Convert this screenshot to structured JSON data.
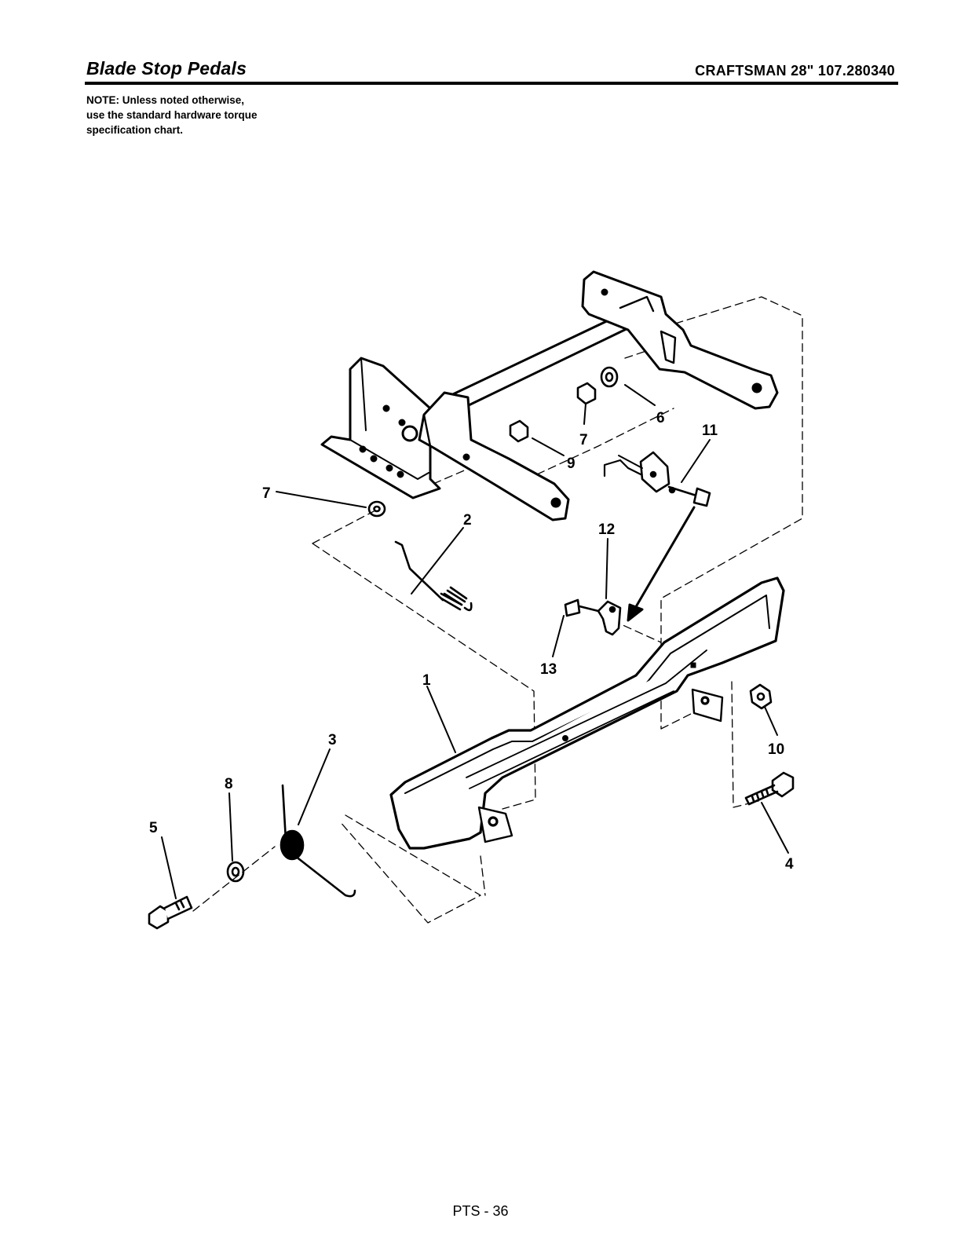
{
  "header": {
    "title": "Blade Stop Pedals",
    "model": "CRAFTSMAN 28\" 107.280340"
  },
  "note": {
    "line1": "NOTE: Unless noted otherwise,",
    "line2": "use the standard hardware torque",
    "line3": "specification chart."
  },
  "callouts": {
    "c1": "1",
    "c2": "2",
    "c3": "3",
    "c4": "4",
    "c5": "5",
    "c6": "6",
    "c7a": "7",
    "c7b": "7",
    "c8": "8",
    "c9": "9",
    "c10": "10",
    "c11": "11",
    "c12": "12",
    "c13": "13"
  },
  "footer": {
    "page": "PTS - 36"
  }
}
